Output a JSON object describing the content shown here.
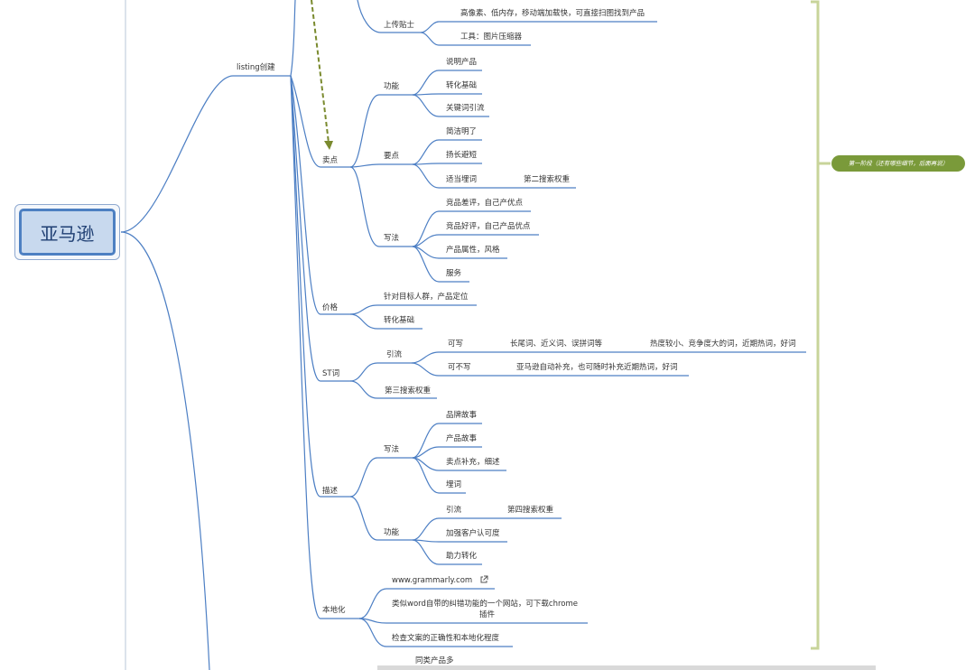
{
  "root": {
    "label": "亚马逊"
  },
  "summary": {
    "label": "第一阶段（还有哪些细节，后面再说）"
  },
  "nodes": {
    "listing": "listing创建",
    "shangchuan": "上传贴士",
    "sc1": "高像素、低内存，移动端加载快，可直接扫图找到产品",
    "sc2": "工具：图片压缩器",
    "maidian": "卖点",
    "gongneng": "功能",
    "gn1": "说明产品",
    "gn2": "转化基础",
    "gn3": "关键词引流",
    "yaodian": "要点",
    "yd1": "简洁明了",
    "yd2": "扬长避短",
    "yd3": "适当埋词",
    "yd3a": "第二搜索权重",
    "xiefa": "写法",
    "xf1": "竞品差评，自己产优点",
    "xf2": "竞品好评，自己产品优点",
    "xf3": "产品属性，风格",
    "xf4": "服务",
    "jiage": "价格",
    "jg1": "针对目标人群，产品定位",
    "jg2": "转化基础",
    "st": "ST词",
    "yinliu": "引流",
    "kexie": "可写",
    "kx1": "长尾词、近义词、误拼词等",
    "kx2": "热度较小、竞争度大的词，近期热词，好词",
    "kebuxie": "可不写",
    "kbx1": "亚马逊自动补充，也可随时补充近期热词，好词",
    "st2": "第三搜索权重",
    "miaoshu": "描述",
    "ms_xiefa": "写法",
    "msx1": "品牌故事",
    "msx2": "产品故事",
    "msx3": "卖点补充，细述",
    "msx4": "埋词",
    "ms_gongneng": "功能",
    "msg_yinliu": "引流",
    "msg1a": "第四搜索权重",
    "msg2": "加强客户认可度",
    "msg3": "助力转化",
    "bendihua": "本地化",
    "bd1": "www.grammarly.com",
    "bd2a": "类似word自带的纠错功能的一个网站，可下载chrome",
    "bd2b": "插件",
    "bd3": "检查文案的正确性和本地化程度",
    "bottom": "同类产品多"
  },
  "colors": {
    "line": "#5b8ac7",
    "trunk": "#4d7fc4",
    "dash": "#7a8a2e",
    "bracket": "#c8d49a",
    "summary_bg": "#7a9a3a"
  },
  "icons": {
    "external_link": "external-link-icon"
  }
}
